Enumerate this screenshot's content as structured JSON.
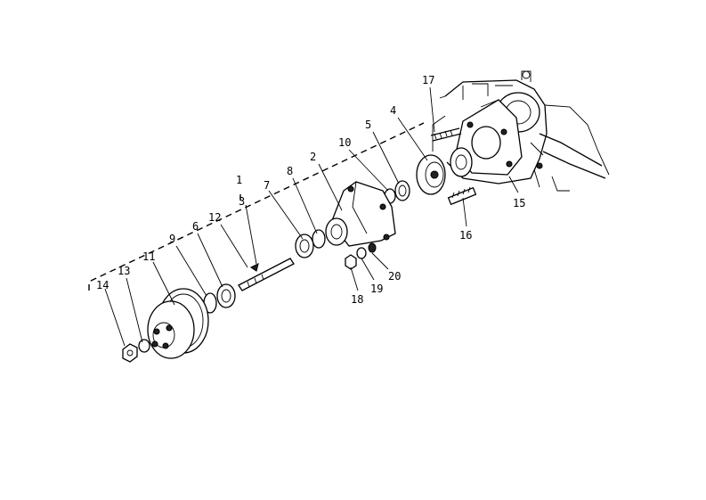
{
  "diagram": {
    "labels": {
      "p1": "1",
      "p2": "2",
      "p3": "3",
      "p4": "4",
      "p5": "5",
      "p6": "6",
      "p7": "7",
      "p8": "8",
      "p9": "9",
      "p10": "10",
      "p11": "11",
      "p12": "12",
      "p13": "13",
      "p14": "14",
      "p15": "15",
      "p16": "16",
      "p17": "17",
      "p18": "18",
      "p19": "19",
      "p20": "20"
    }
  }
}
